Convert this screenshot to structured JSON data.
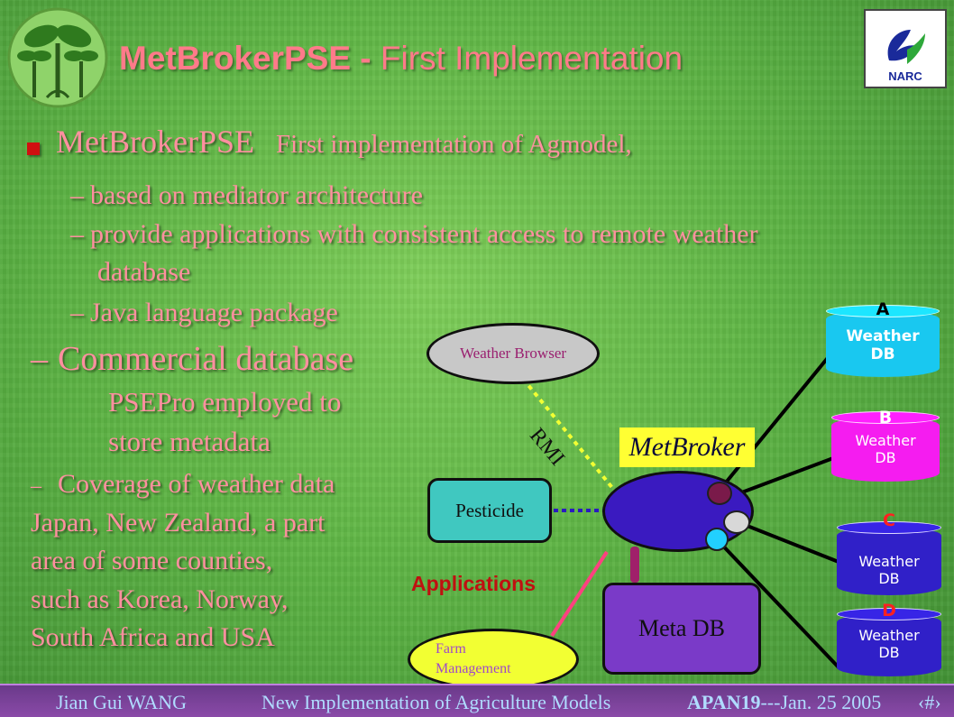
{
  "slide": {
    "title_bold": "MetBrokerPSE - ",
    "title_rest": "First Implementation",
    "main_bullet": "MetBrokerPSE",
    "main_bullet_rest": "First implementation of Agmodel,",
    "sub_items": [
      "based on mediator architecture",
      "provide applications with consistent access to remote weather",
      "database",
      "Java language package"
    ],
    "commercial": "Commercial database",
    "psepro_line1": "PSEPro employed  to",
    "psepro_line2": "store metadata",
    "coverage_lines": [
      "Coverage of weather data",
      "Japan, New Zealand, a part",
      "area of some counties,",
      "such as Korea, Norway,",
      "South Africa and USA"
    ]
  },
  "logo": {
    "text": "NARC"
  },
  "diagram": {
    "weather_browser": "Weather Browser",
    "rmi": "RMI",
    "metbroker": "MetBroker",
    "pesticide": "Pesticide",
    "applications": "Applications",
    "meta_db": "Meta DB",
    "farm_management_1": "Farm",
    "farm_management_2": "Management",
    "dbs": [
      {
        "letter": "A",
        "line1": "Weather",
        "line2": "DB",
        "color": "#19c8f0",
        "text_color": "#ffffff",
        "letter_color": "#000000"
      },
      {
        "letter": "B",
        "line1": "Weather",
        "line2": "DB",
        "color": "#f51cf0",
        "text_color": "#ffffff",
        "letter_color": "#ffffff"
      },
      {
        "letter": "C",
        "line1": "Weather",
        "line2": "DB",
        "color": "#3020c8",
        "text_color": "#ffffff",
        "letter_color": "#ff2020"
      },
      {
        "letter": "D",
        "line1": "Weather",
        "line2": "DB",
        "color": "#3020c8",
        "text_color": "#ffffff",
        "letter_color": "#ff2020"
      }
    ]
  },
  "footer": {
    "author": "Jian Gui  WANG",
    "talk": "New Implementation of Agriculture Models",
    "event": "APAN19",
    "date": "---Jan. 25 2005",
    "page": "‹#›"
  }
}
